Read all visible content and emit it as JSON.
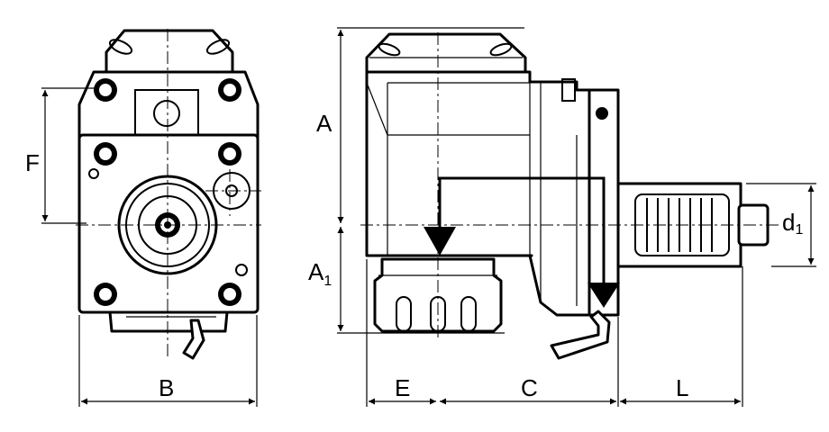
{
  "labels": {
    "A": "A",
    "A1_main": "A",
    "A1_sub": "1",
    "F": "F",
    "B": "B",
    "E": "E",
    "C": "C",
    "L": "L",
    "d1_main": "d",
    "d1_sub": "1"
  },
  "colors": {
    "line": "#000000",
    "background": "#ffffff"
  }
}
